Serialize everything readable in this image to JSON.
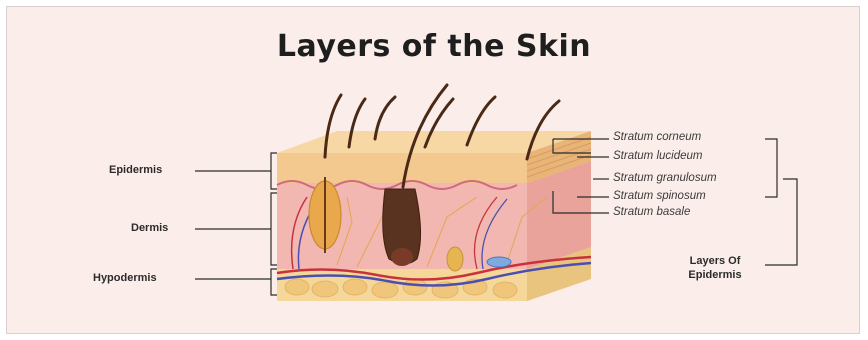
{
  "title": "Layers of the Skin",
  "main_layers": [
    "Epidermis",
    "Dermis",
    "Hypodermis"
  ],
  "epidermis_sublayers": [
    "Stratum corneum",
    "Stratum lucideum",
    "Stratum granulosum",
    "Stratum spinosum",
    "Stratum basale"
  ],
  "group_label": {
    "line1": "Layers Of",
    "line2": "Epidermis"
  },
  "colors": {
    "background": "#fbeeea",
    "epidermis": "#f3c98f",
    "dermis": "#f2b7b0",
    "hypodermis": "#f5d79a",
    "hair": "#4a2a17",
    "artery": "#c8323c",
    "vein": "#4b4fb3"
  }
}
